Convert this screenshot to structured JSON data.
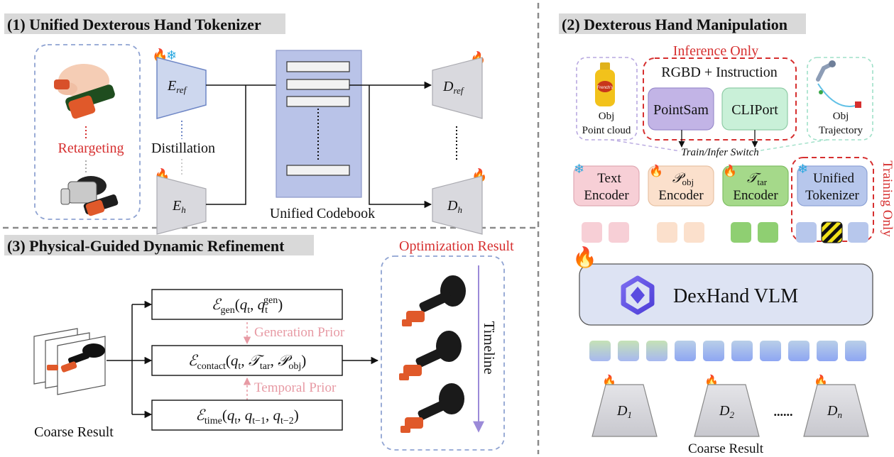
{
  "panel1": {
    "title": "(1) Unified Dexterous Hand Tokenizer",
    "retargeting": "Retargeting",
    "distillation": "Distillation",
    "encoder_ref": "E",
    "encoder_ref_sub": "ref",
    "encoder_h": "E",
    "encoder_h_sub": "h",
    "decoder_ref": "D",
    "decoder_ref_sub": "ref",
    "decoder_h": "D",
    "decoder_h_sub": "h",
    "codebook_label": "Unified  Codebook"
  },
  "panel2": {
    "title": "(2) Dexterous Hand Manipulation",
    "inference_only": "Inference Only",
    "rgbd_instruction": "RGBD + Instruction",
    "pointsam": "PointSam",
    "cliport": "CLIPort",
    "obj_point_cloud_1": "Obj",
    "obj_point_cloud_2": "Point cloud",
    "obj_trajectory_1": "Obj",
    "obj_trajectory_2": "Trajectory",
    "mustard_label": "French's",
    "switch_label": "Train/Infer Switch",
    "training_only": "Training Only",
    "text_encoder_1": "Text",
    "text_encoder_2": "Encoder",
    "pobj_symbol": "𝒫",
    "pobj_sub": "obj",
    "pobj_encoder": "Encoder",
    "ttar_symbol": "𝒯",
    "ttar_sub": "tar",
    "ttar_encoder": "Encoder",
    "unified_1": "Unified",
    "unified_2": "Tokenizer",
    "vlm_label": "DexHand VLM",
    "d1": "D",
    "d1_sub": "1",
    "d2": "D",
    "d2_sub": "2",
    "dn": "D",
    "dn_sub": "n",
    "dots": "......",
    "coarse_result": "Coarse Result"
  },
  "panel3": {
    "title": "(3) Physical-Guided Dynamic Refinement",
    "optimization_result": "Optimization Result",
    "timeline": "Timeline",
    "coarse_result": "Coarse Result",
    "gen_prior": "Generation Prior",
    "temporal_prior": "Temporal Prior",
    "eq_gen": {
      "E": "ℰ",
      "sub": "gen",
      "open": "(",
      "q": "q",
      "qsub": "t",
      "comma": ", ",
      "q2": "q",
      "q2sub": "t",
      "q2sup": "gen",
      "close": ")"
    },
    "eq_contact": {
      "E": "ℰ",
      "sub": "contact",
      "open": "(",
      "q": "q",
      "qsub": "t",
      "comma1": ", ",
      "T": "𝒯",
      "Tsub": "tar",
      "comma2": ", ",
      "P": "𝒫",
      "Psub": "obj",
      "close": ")"
    },
    "eq_time": {
      "E": "ℰ",
      "sub": "time",
      "open": "(",
      "q": "q",
      "qsub": "t",
      "comma1": ", ",
      "q2": "q",
      "q2sub": "t−1",
      "comma2": ", ",
      "q3": "q",
      "q3sub": "t−2",
      "close": ")"
    }
  },
  "colors": {
    "encoder_fill": "#cdd7ee",
    "encoder_stroke": "#6f87c6",
    "encoder_h_fill": "#d9d9de",
    "codebook_fill": "#b9c3e8",
    "red": "#d62f2f",
    "text_enc_fill": "#f7cfd6",
    "pobj_fill": "#fbe0cc",
    "ttar_fill": "#a5d98a",
    "unified_fill": "#b7c7ec",
    "pointsam_fill": "#c2b4e6",
    "cliport_fill": "#c9f0d8",
    "vlm_fill": "#dde3f3",
    "prior_text": "#e79aa4",
    "timeline": "#9b8ad8"
  }
}
